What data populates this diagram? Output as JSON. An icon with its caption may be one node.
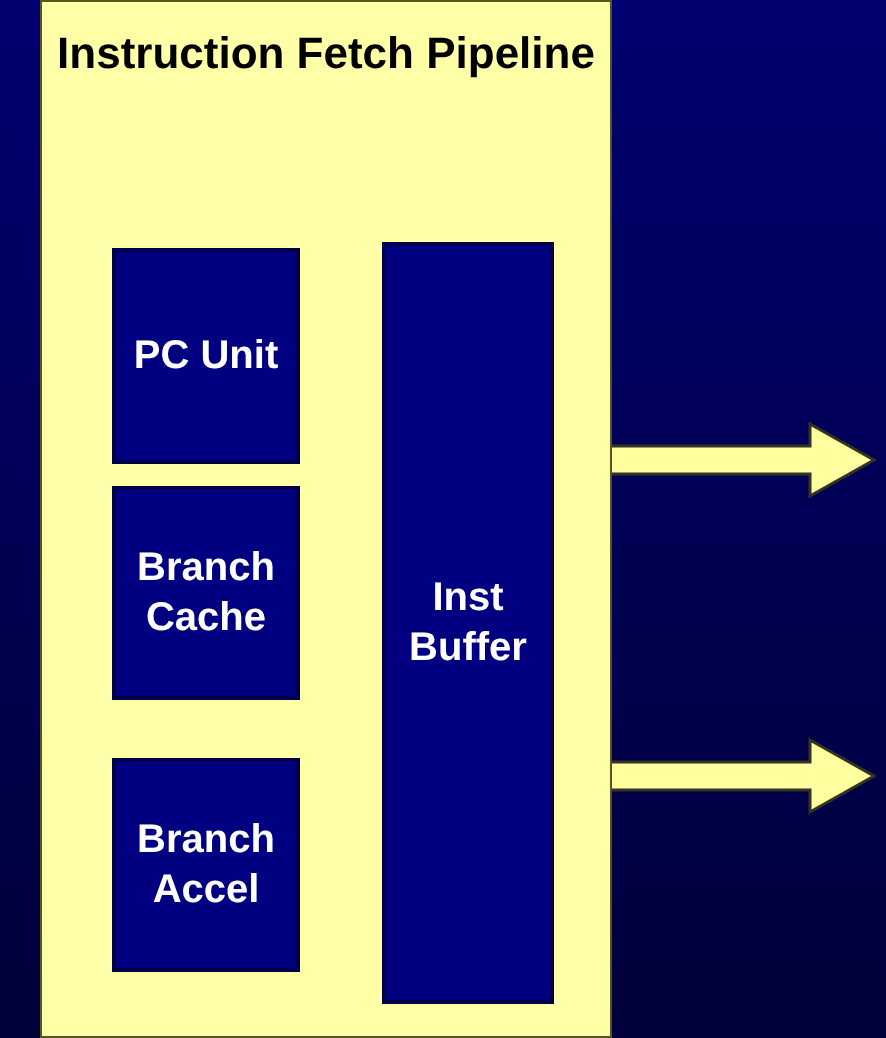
{
  "diagram": {
    "nodes": [
      {
        "text": [
          "Instruction Fetch Pipeline"
        ]
      },
      {
        "text": [
          "PC Unit"
        ],
        "in": 0
      },
      {
        "text": [
          "Branch Cache"
        ],
        "in": 0
      },
      {
        "text": [
          "Branch Accel"
        ],
        "in": 0
      },
      {
        "text": [
          "Inst Buffer"
        ],
        "in": 0
      }
    ],
    "edges": [
      {
        "from": 4,
        "to": null,
        "arrow": "to"
      },
      {
        "from": 4,
        "to": null,
        "arrow": "to"
      }
    ]
  }
}
